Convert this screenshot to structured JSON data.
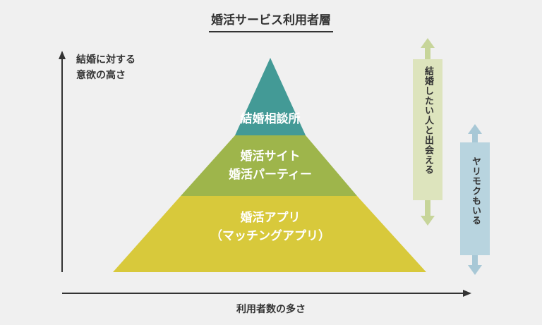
{
  "title": "婚活サービス利用者層",
  "axes": {
    "y_label_line1": "結婚に対する",
    "y_label_line2": "意欲の高さ",
    "x_label": "利用者数の多さ"
  },
  "tiers": [
    {
      "id": "top",
      "line1": "結婚相談所",
      "line2": "",
      "color": "#439a96"
    },
    {
      "id": "middle",
      "line1": "婚活サイト",
      "line2": "婚活パーティー",
      "color": "#9eb54b"
    },
    {
      "id": "bottom",
      "line1": "婚活アプリ",
      "line2": "（マッチングアプリ）",
      "color": "#d8c93b"
    }
  ],
  "side_bars": [
    {
      "id": "serious",
      "label": "結婚したい人と出会える",
      "color": "#dde4bd",
      "arrow_color": "#c7d59a"
    },
    {
      "id": "casual",
      "label": "ヤリモクもいる",
      "color": "#b8d4df",
      "arrow_color": "#a8c8d6"
    }
  ]
}
